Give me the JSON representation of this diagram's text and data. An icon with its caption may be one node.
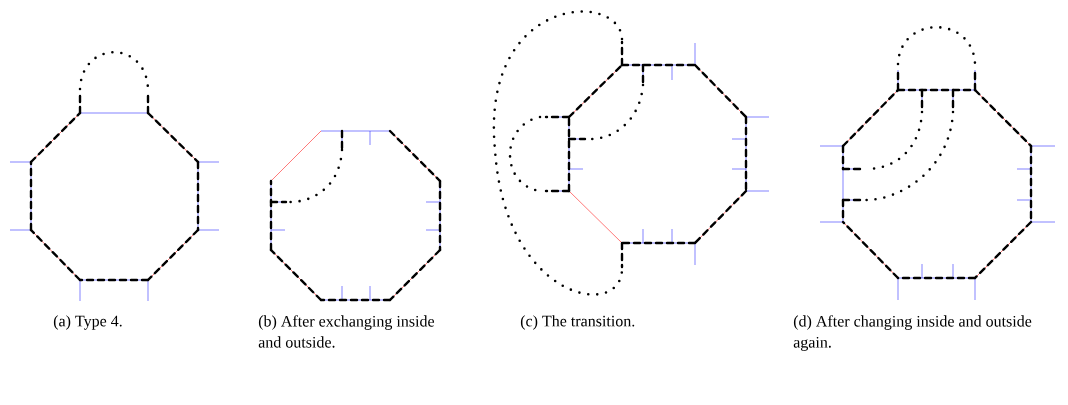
{
  "diagram": {
    "labels": [
      "(a) Type 4.",
      "(b) After exchanging inside and outside.",
      "(c) The transition.",
      "(d) After changing inside and outside again."
    ]
  }
}
